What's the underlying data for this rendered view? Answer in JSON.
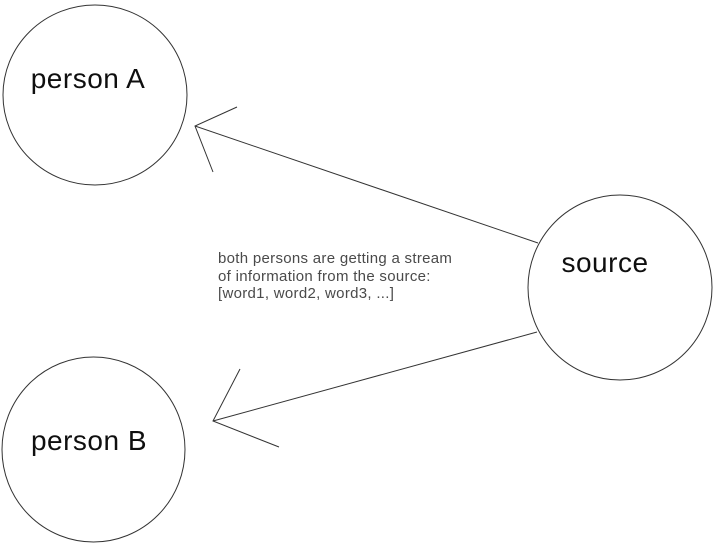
{
  "colors": {
    "background": "#ffffff",
    "stroke": "#333333",
    "node_label": "#0f0f0f",
    "caption": "#4a4a4a"
  },
  "nodes": {
    "person_a": {
      "label": "person A"
    },
    "person_b": {
      "label": "person B"
    },
    "source": {
      "label": "source"
    }
  },
  "edges": [
    {
      "from": "source",
      "to": "person A",
      "style": "open-arrow"
    },
    {
      "from": "source",
      "to": "person B",
      "style": "open-arrow"
    }
  ],
  "caption": {
    "line1": "both persons are getting a stream",
    "line2": "of information from the source:",
    "line3": "[word1, word2, word3, ...]"
  }
}
